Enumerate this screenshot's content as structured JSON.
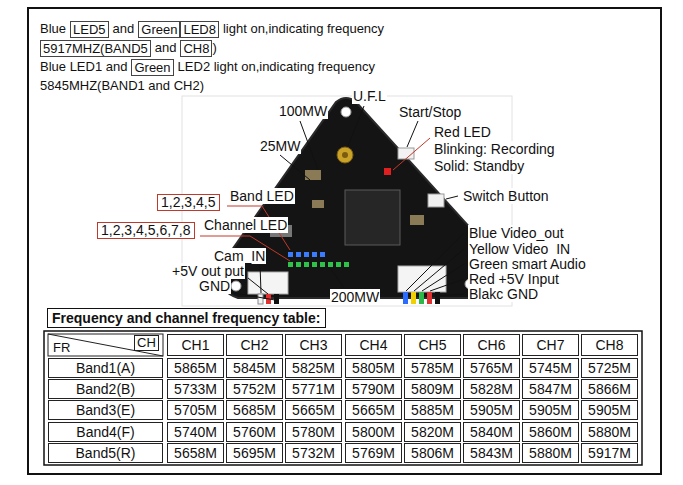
{
  "diagram": {
    "nodes": [
      {
        "text": [
          "LED5"
        ]
      },
      {
        "text": [
          "Green"
        ]
      },
      {
        "text": [
          "LED8"
        ]
      },
      {
        "text": [
          "5917MHZ(BAND5"
        ]
      },
      {
        "text": [
          "CH8"
        ]
      },
      {
        "text": [
          "Green"
        ]
      },
      {
        "text": [
          "1,2,3,4,5"
        ]
      },
      {
        "text": [
          "1,2,3,4,5,6,7,8"
        ]
      },
      {
        "text": [
          "Frequency and channel frequency table:"
        ]
      }
    ],
    "labels": [
      "Blue",
      "and",
      "light on,indicating frequency",
      "and",
      ")",
      "Blue LED1 and",
      "LED2 light on,indicating frequency",
      "5845MHZ(BAND1 and CH2)",
      "100MW",
      "U.F.L",
      "Start/Stop",
      "Red LED",
      "Blinking: Recording",
      "Solid: Standby",
      "Switch Button",
      "25MW",
      "Band LED",
      "Channel LED",
      "Cam_IN",
      "+5V out put",
      "GND",
      "200MW",
      "Blue Video_out",
      "Yellow Video_IN",
      "Green smart Audio",
      "Red +5V Input",
      "Blakc GND",
      "FR",
      "CH",
      "CH1",
      "CH2",
      "CH3",
      "CH4",
      "CH5",
      "CH6",
      "CH7",
      "CH8",
      "Band1(A)",
      "5865M",
      "5845M",
      "5825M",
      "5805M",
      "5785M",
      "5765M",
      "5745M",
      "5725M",
      "Band2(B)",
      "5733M",
      "5752M",
      "5771M",
      "5790M",
      "5809M",
      "5828M",
      "5847M",
      "5866M",
      "Band3(E)",
      "5705M",
      "5685M",
      "5665M",
      "5665M",
      "5885M",
      "5905M",
      "5905M",
      "5905M",
      "Band4(F)",
      "5740M",
      "5760M",
      "5780M",
      "5800M",
      "5820M",
      "5840M",
      "5860M",
      "5880M",
      "Band5(R)",
      "5658M",
      "5695M",
      "5732M",
      "5769M",
      "5806M",
      "5843M",
      "5880M",
      "5917M"
    ]
  }
}
